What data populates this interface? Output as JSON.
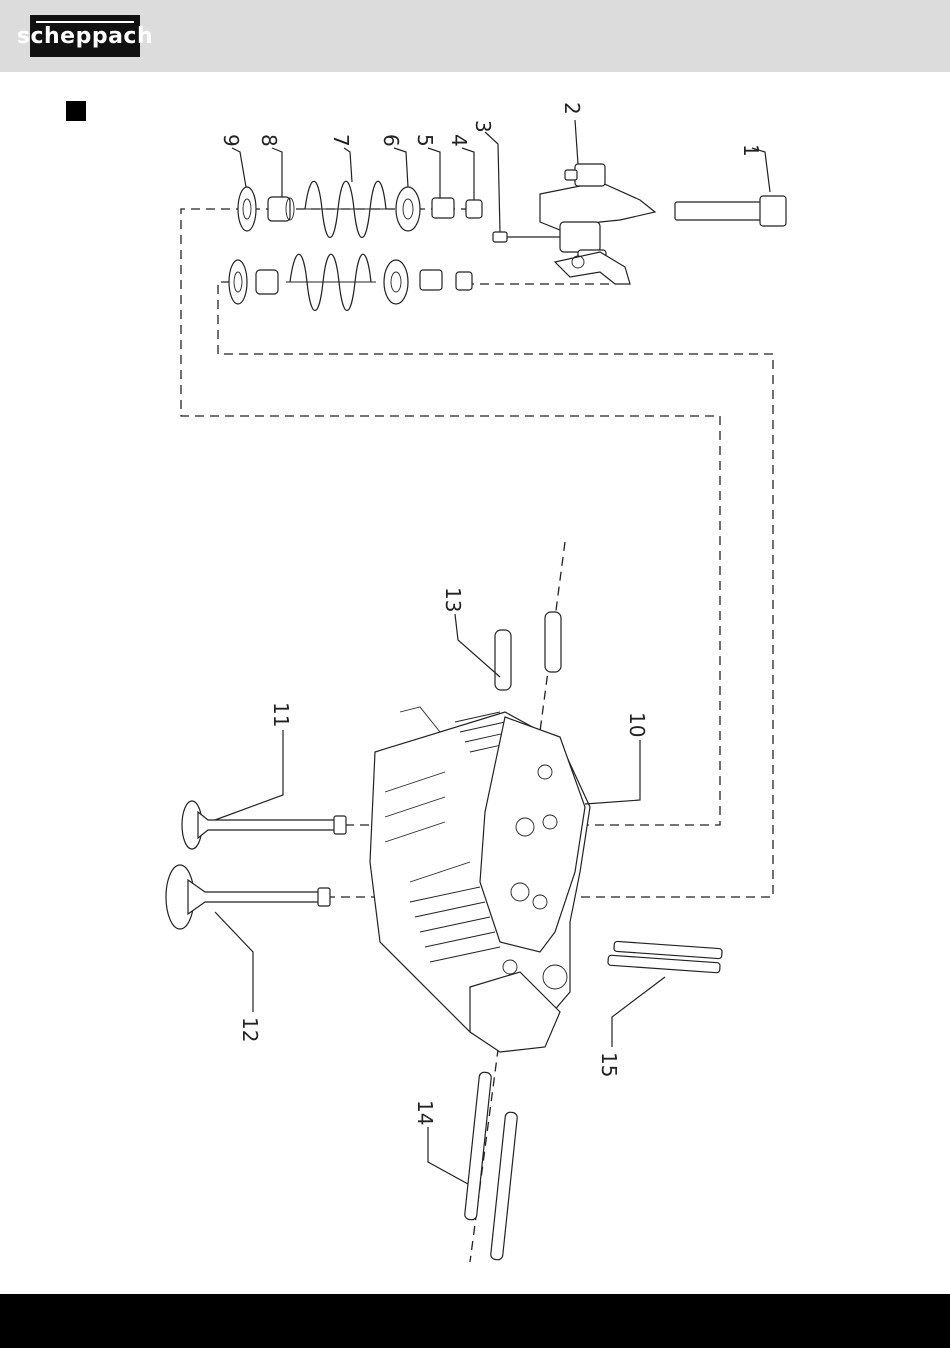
{
  "brand": {
    "logo_text": "scheppach"
  },
  "colors": {
    "header_bg": "#dcdcdc",
    "footer_bg": "#000000",
    "ink": "#222222"
  },
  "diagram": {
    "part_numbers": [
      "1",
      "2",
      "3",
      "4",
      "5",
      "6",
      "7",
      "8",
      "9",
      "10",
      "11",
      "12",
      "13",
      "14",
      "15"
    ]
  }
}
